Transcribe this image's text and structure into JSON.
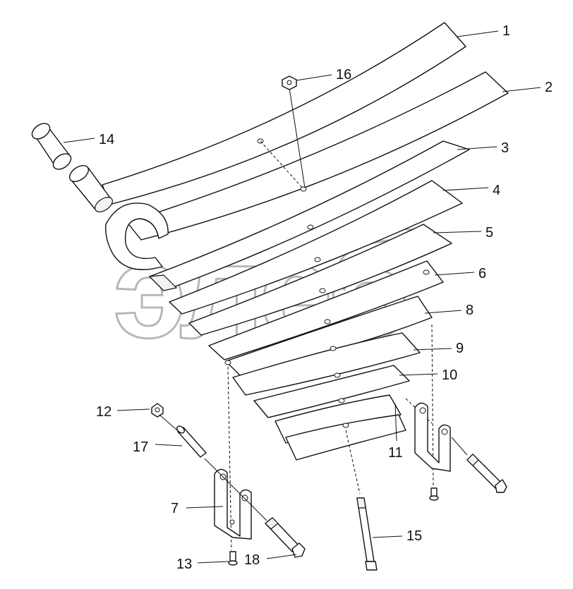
{
  "diagram": {
    "watermark": "элеб",
    "watermark_tm": "TM",
    "callouts": [
      "1",
      "2",
      "3",
      "4",
      "5",
      "6",
      "7",
      "8",
      "9",
      "10",
      "11",
      "12",
      "13",
      "14",
      "15",
      "16",
      "17",
      "18"
    ],
    "colors": {
      "line": "#111111",
      "watermark": "#b8b8b8",
      "background": "#ffffff"
    }
  }
}
